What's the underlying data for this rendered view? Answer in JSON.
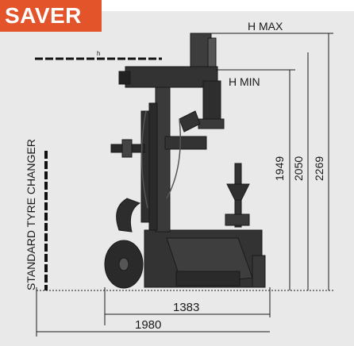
{
  "badge": {
    "label": "SAVER"
  },
  "dimensions": {
    "h_max": "H MAX",
    "h_min": "H MIN",
    "h_small": "h",
    "height_1": "1949",
    "height_2": "2050",
    "height_3": "2269",
    "width_1": "1383",
    "width_2": "1980",
    "vertical_caption": "STANDARD TYRE CHANGER"
  },
  "colors": {
    "badge": "#e3542a",
    "panel": "#e9e9e9",
    "machine": "#2b2b2b"
  }
}
